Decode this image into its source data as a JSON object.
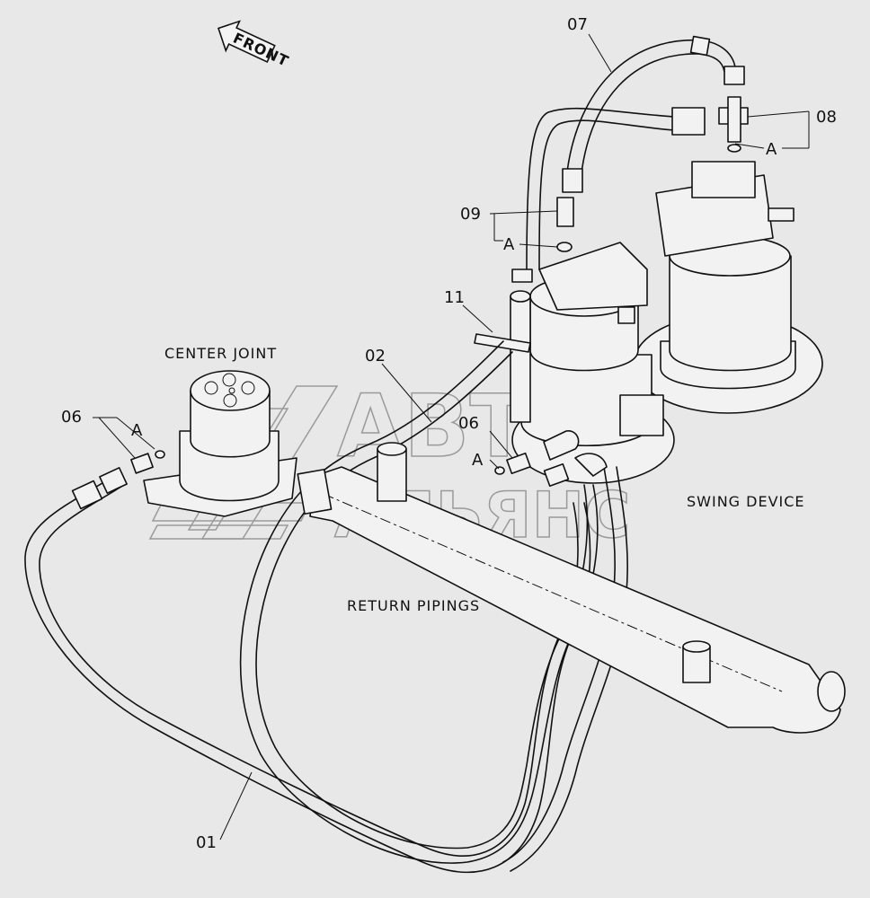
{
  "arrow": {
    "text": "FRONT"
  },
  "labels": {
    "center_joint": "CENTER JOINT",
    "swing_device": "SWING DEVICE",
    "return_pipings": "RETURN PIPINGS"
  },
  "callouts": {
    "p07": "07",
    "p08": "08",
    "p09": "09",
    "p11": "11",
    "p02": "02",
    "p06_left": "06",
    "p06_mid": "06",
    "p01": "01",
    "a_left": "A",
    "a_mid": "A",
    "a_09": "A",
    "a_08": "A"
  },
  "watermark": {
    "line1": "АВТО",
    "line2": "АЛЬЯНС"
  }
}
